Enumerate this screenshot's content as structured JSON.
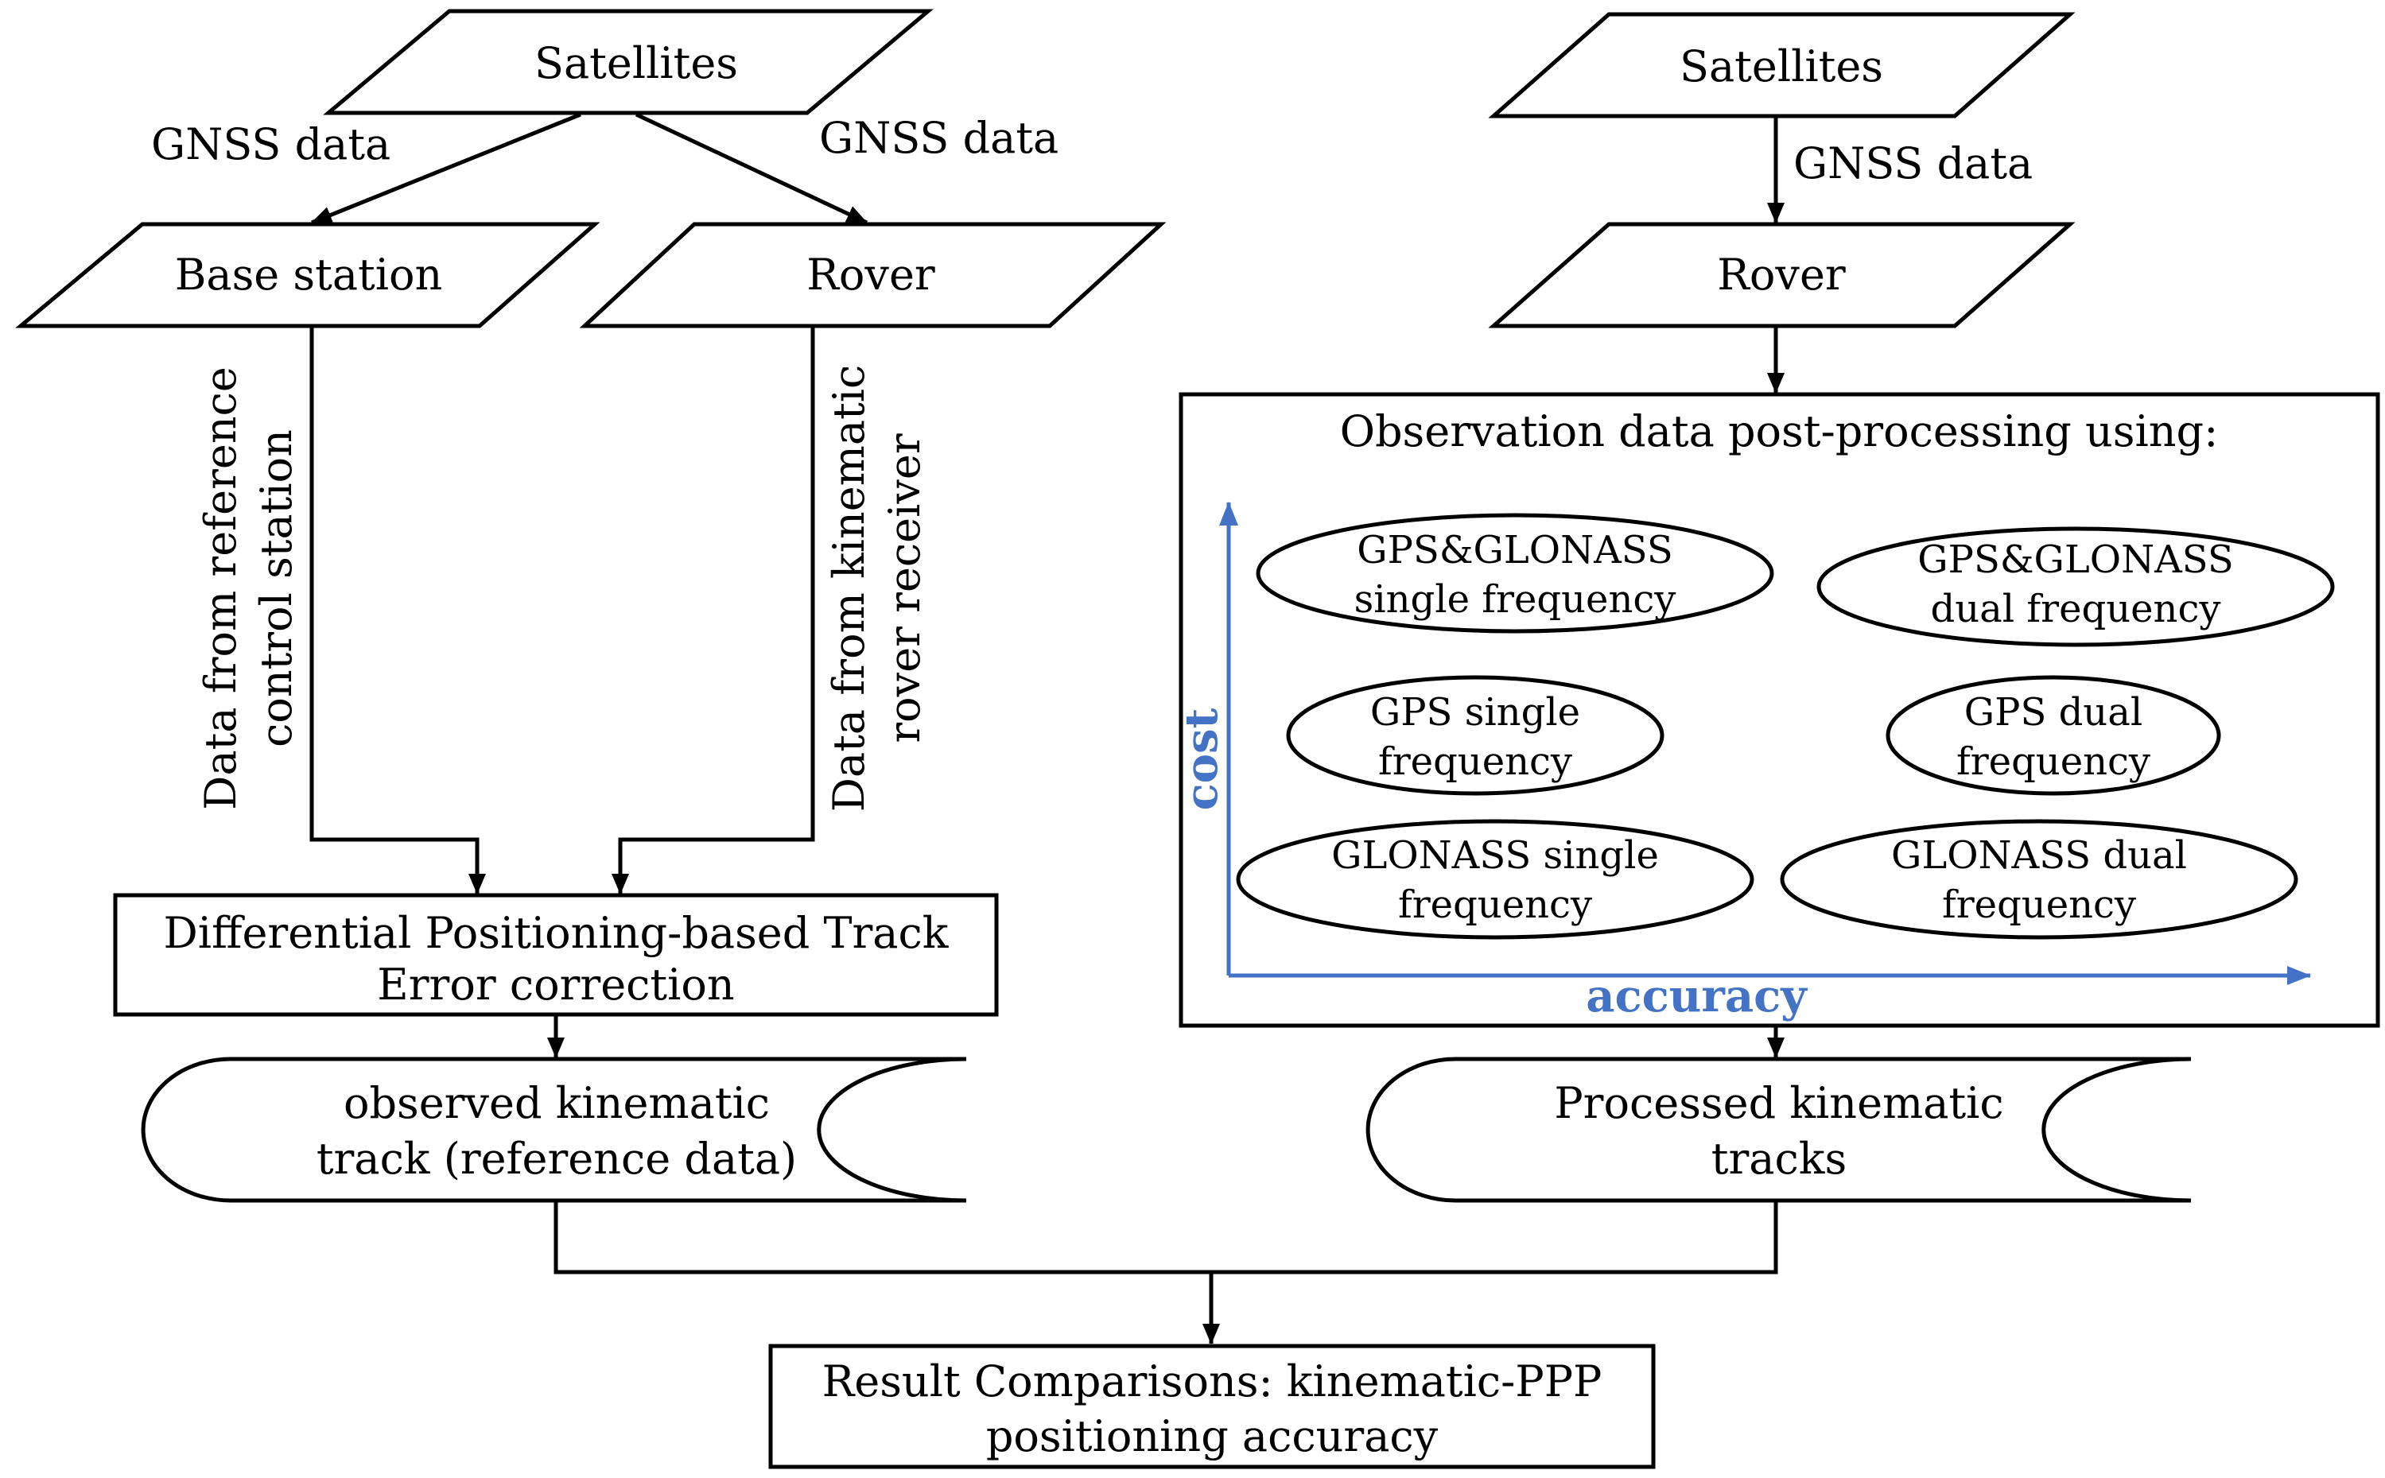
{
  "left": {
    "satellites": "Satellites",
    "gnss_left": "GNSS data",
    "gnss_right": "GNSS data",
    "base_station": "Base station",
    "rover": "Rover",
    "base_data_line1": "Data from reference",
    "base_data_line2": "control station",
    "rover_data_line1": "Data from kinematic",
    "rover_data_line2": "rover receiver",
    "dgps_line1": "Differential Positioning-based Track",
    "dgps_line2": "Error correction",
    "observed_line1": "observed kinematic",
    "observed_line2": "track (reference data)"
  },
  "right": {
    "satellites": "Satellites",
    "gnss": "GNSS data",
    "rover": "Rover",
    "processing_title": "Observation data post-processing using:",
    "axis_y": "cost",
    "axis_x": "accuracy",
    "options": [
      {
        "line1": "GPS&GLONASS",
        "line2": "single frequency"
      },
      {
        "line1": "GPS&GLONASS",
        "line2": "dual frequency"
      },
      {
        "line1": "GPS single",
        "line2": "frequency"
      },
      {
        "line1": "GPS dual",
        "line2": "frequency"
      },
      {
        "line1": "GLONASS single",
        "line2": "frequency"
      },
      {
        "line1": "GLONASS dual",
        "line2": "frequency"
      }
    ],
    "processed_line1": "Processed kinematic",
    "processed_line2": "tracks"
  },
  "result": {
    "line1": "Result Comparisons: kinematic-PPP",
    "line2": "positioning accuracy"
  },
  "colors": {
    "axis": "#4472C4",
    "stroke": "#000000"
  }
}
